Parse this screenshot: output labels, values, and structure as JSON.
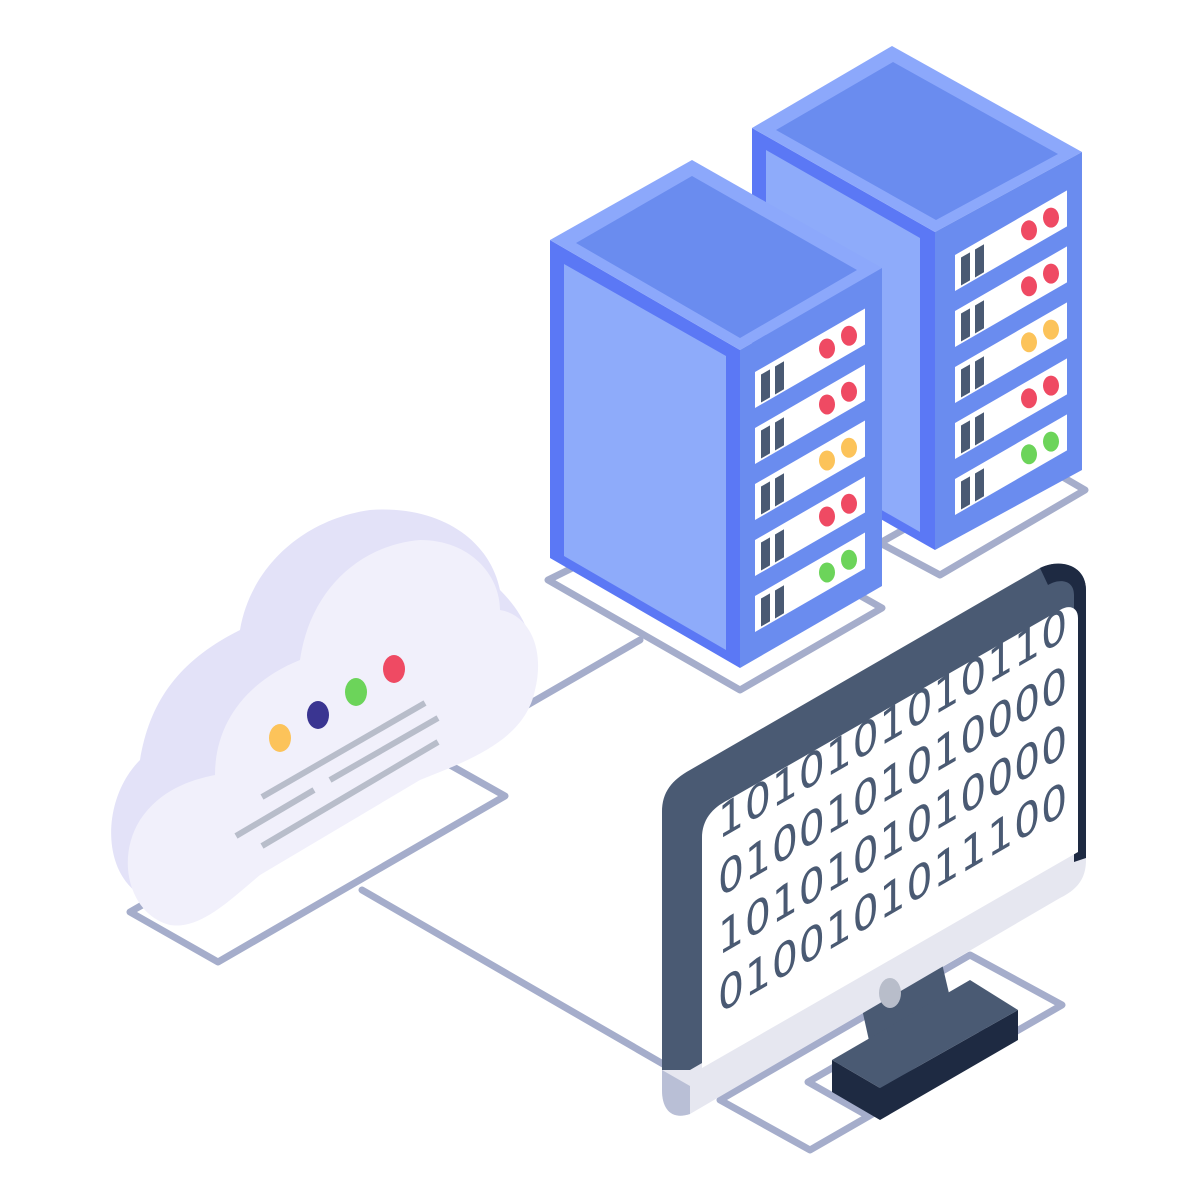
{
  "illustration": {
    "subject": "Cloud server network with binary data monitor",
    "colors": {
      "background": "#ffffff",
      "server_top": "#6a8cef",
      "server_top_rim": "#8ca8fb",
      "server_side": "#8eabfa",
      "server_edge": "#5b78f5",
      "server_front": "#6a8cef",
      "slot_panel": "#ffffff",
      "slot_bars": "#4a5a73",
      "led_red": "#ef4a63",
      "led_yellow": "#fcc35a",
      "led_green": "#6cd45a",
      "led_navy": "#3a3591",
      "cloud_front": "#f1f0fb",
      "cloud_side": "#e3e2f8",
      "cloud_lines": "#b8bdca",
      "connector": "#a5adcb",
      "monitor_frame": "#4a5a73",
      "monitor_bezel_dark": "#1e2a42",
      "monitor_chin": "#e6e7f0",
      "monitor_screen": "#ffffff",
      "binary_text": "#4a5a73"
    },
    "servers": [
      {
        "name": "server-left",
        "slots": [
          {
            "leds": [
              "red",
              "red"
            ]
          },
          {
            "leds": [
              "red",
              "red"
            ]
          },
          {
            "leds": [
              "yellow",
              "yellow"
            ]
          },
          {
            "leds": [
              "red",
              "red"
            ]
          },
          {
            "leds": [
              "green",
              "green"
            ]
          }
        ]
      },
      {
        "name": "server-right",
        "slots": [
          {
            "leds": [
              "red",
              "red"
            ]
          },
          {
            "leds": [
              "red",
              "red"
            ]
          },
          {
            "leds": [
              "yellow",
              "yellow"
            ]
          },
          {
            "leds": [
              "red",
              "red"
            ]
          },
          {
            "leds": [
              "green",
              "green"
            ]
          }
        ]
      }
    ],
    "cloud": {
      "status_dots": [
        "yellow",
        "navy",
        "green",
        "red"
      ],
      "text_lines": 4
    },
    "monitor": {
      "binary_rows": [
        "1010101010110",
        "0100101010000",
        "1010101010000",
        "0100101011100"
      ]
    }
  }
}
